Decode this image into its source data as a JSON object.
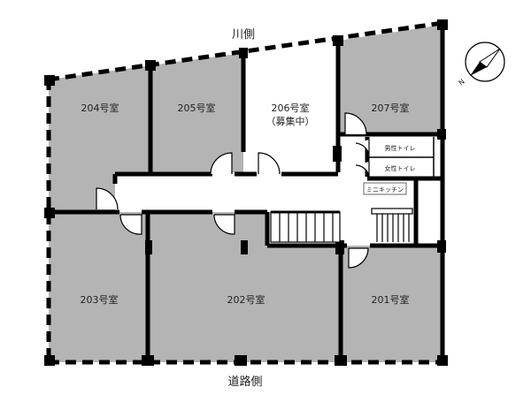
{
  "side_labels": {
    "top": "川側",
    "bottom": "道路側"
  },
  "rooms": [
    {
      "id": "204",
      "label": "204号室"
    },
    {
      "id": "205",
      "label": "205号室"
    },
    {
      "id": "206",
      "label": "206号室",
      "note": "（募集中）"
    },
    {
      "id": "207",
      "label": "207号室"
    },
    {
      "id": "203",
      "label": "203号室"
    },
    {
      "id": "202",
      "label": "202号室"
    },
    {
      "id": "201",
      "label": "201号室"
    }
  ],
  "facilities": {
    "mens_toilet": "男性トイレ",
    "womens_toilet": "女性トイレ",
    "kitchenette": "ミニキッチン"
  },
  "compass": {
    "label": "N"
  },
  "colors": {
    "leased_room": "#b4b4b4",
    "vacant_room": "#ffffff"
  }
}
